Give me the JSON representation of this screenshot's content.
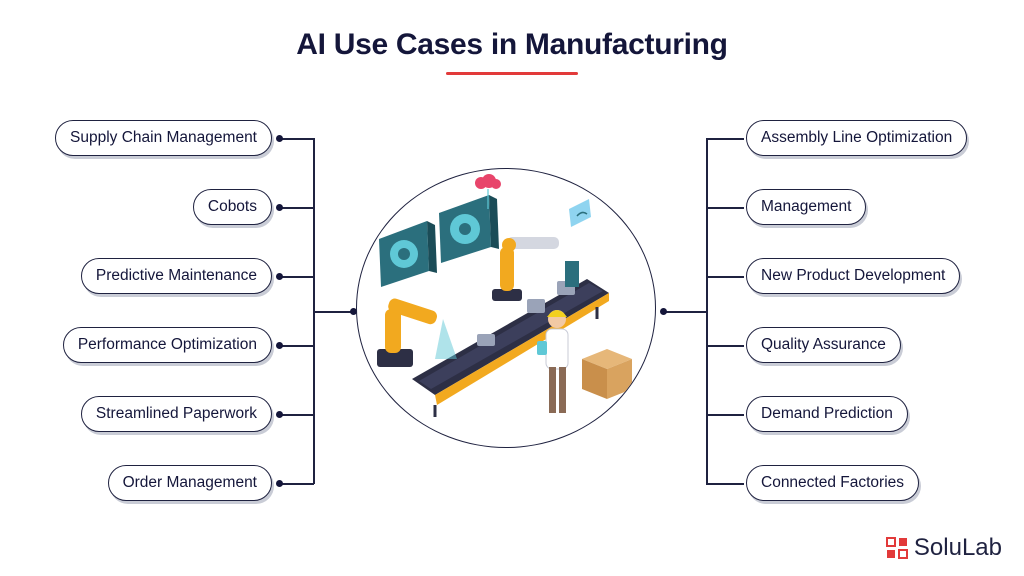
{
  "title": "AI Use Cases in Manufacturing",
  "left_items": [
    "Supply Chain Management",
    "Cobots",
    "Predictive Maintenance",
    "Performance Optimization",
    "Streamlined Paperwork",
    "Order Management"
  ],
  "right_items": [
    "Assembly Line Optimization",
    "Management",
    "New Product Development",
    "Quality Assurance",
    "Demand Prediction",
    "Connected Factories"
  ],
  "brand": {
    "name": "SoluLab"
  },
  "colors": {
    "accent": "#e23a3a",
    "text": "#14163a",
    "robot": "#f2a91f",
    "machine": "#2b6f7d"
  }
}
